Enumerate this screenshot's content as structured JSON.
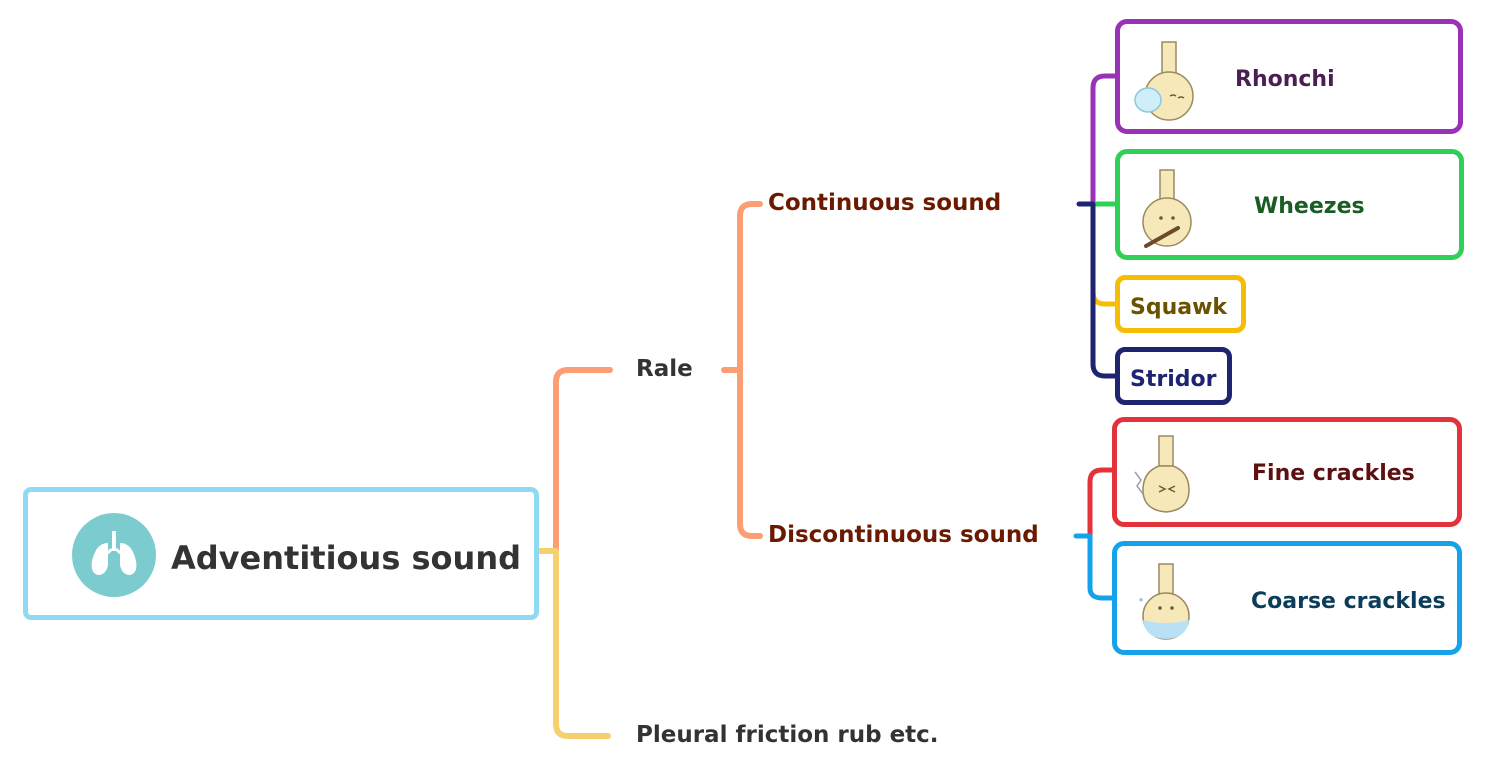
{
  "root": {
    "label": "Adventitious sound",
    "icon": "lungs-icon"
  },
  "branches": {
    "rale": {
      "label": "Rale"
    },
    "continuous": {
      "label": "Continuous sound"
    },
    "discontinuous": {
      "label": "Discontinuous sound"
    },
    "pleural": {
      "label": "Pleural friction rub etc."
    }
  },
  "leaves": {
    "rhonchi": {
      "label": "Rhonchi",
      "icon": "flask-bubble-icon"
    },
    "wheezes": {
      "label": "Wheezes",
      "icon": "flask-flute-icon"
    },
    "squawk": {
      "label": "Squawk"
    },
    "stridor": {
      "label": "Stridor"
    },
    "fine_crackles": {
      "label": "Fine crackles",
      "icon": "flask-crackle-icon"
    },
    "coarse_crackles": {
      "label": "Coarse crackles",
      "icon": "flask-water-icon"
    }
  },
  "colors": {
    "root": "#8fd9f2",
    "rale_branch": "#fb9e74",
    "pleural_branch": "#f6cf6f",
    "continuous_branch": "#1e2470",
    "discontinuous_branch": "#17a0e6",
    "rhonchi": "#9a32b8",
    "wheezes": "#2ed156",
    "squawk": "#f7bd05",
    "stridor": "#1e2470",
    "fine_crackles": "#e3323a",
    "coarse_crackles": "#14a3ea"
  }
}
